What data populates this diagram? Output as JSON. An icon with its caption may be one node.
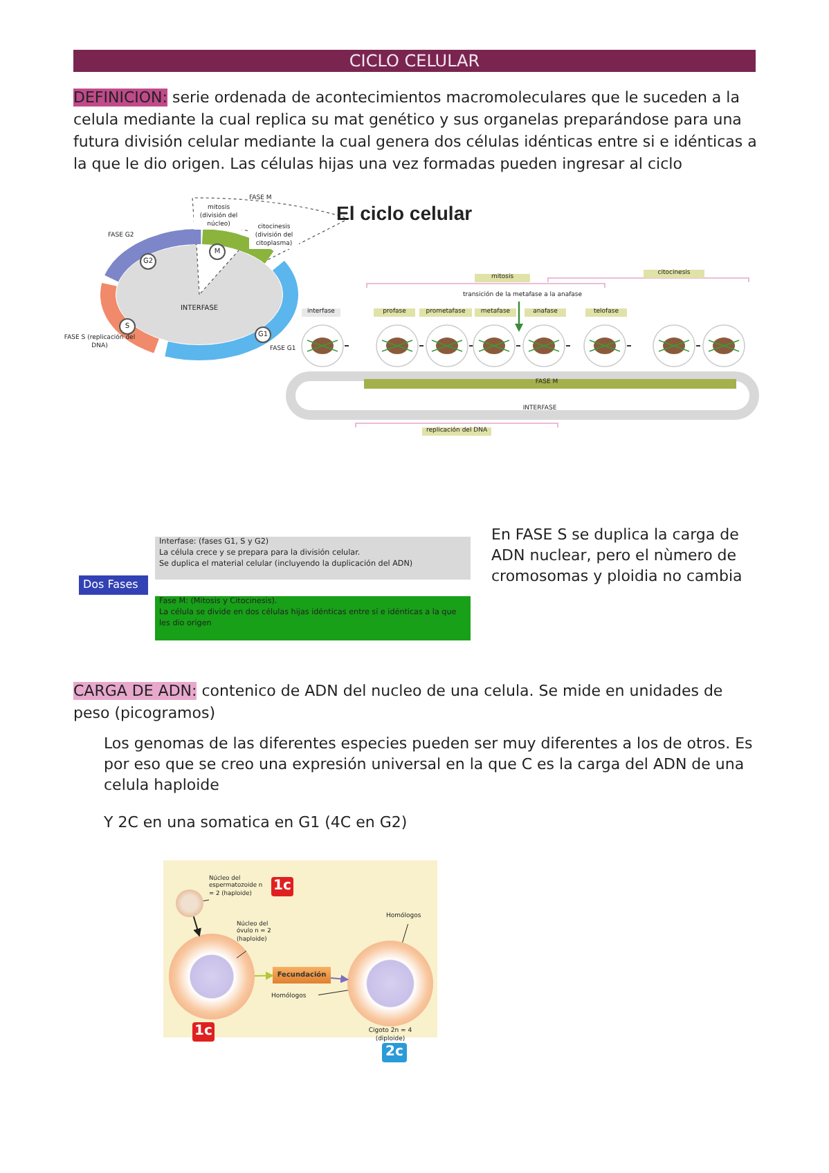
{
  "diagram": {
    "title": "CICLO CELULAR",
    "nodes": [
      {
        "text": [
          "Dos Fases"
        ]
      },
      {
        "text": [
          "Interfase: (fases G1, S y G2)",
          "La célula crece y se prepara para la división celular.",
          "Se duplica el material celular (incluyendo la duplicación del ADN)"
        ]
      },
      {
        "text": [
          "Fase M: (Mitosis y Citocinesis).",
          "La célula se divide en dos células hijas idénticas entre sí e idénticas a la que les dio origen"
        ]
      },
      {
        "text": [],
        "shape": "circle"
      },
      {
        "text": [],
        "shape": "circle",
        "beside": [
          "1c"
        ]
      },
      {
        "text": [
          "Fecundación"
        ]
      },
      {
        "text": [],
        "shape": "circle",
        "beside": [
          "Cigoto 2n = 4 (diploide)",
          "2c"
        ]
      },
      {
        "text": [
          "Núcleo del espermatozoide n = 2 (haploide)"
        ]
      },
      {
        "text": [
          "Núcleo del óvulo n = 2 (haploide)"
        ]
      },
      {
        "text": [
          "Homólogos"
        ]
      },
      {
        "text": [
          "Homólogos"
        ]
      }
    ],
    "edges": [
      {
        "from": 3,
        "to": 4,
        "arrow": "to"
      },
      {
        "from": 4,
        "to": 5,
        "arrow": "to",
        "color": "#b5c63a"
      },
      {
        "from": 5,
        "to": 6,
        "arrow": "to",
        "color": "#7a6fc0"
      },
      {
        "from": 7,
        "to": 3,
        "arrow": "none"
      },
      {
        "from": 8,
        "to": 4,
        "arrow": "none"
      },
      {
        "from": 9,
        "to": 6,
        "arrow": "none"
      },
      {
        "from": 10,
        "to": 6,
        "arrow": "none"
      }
    ],
    "labels": [
      "DEFINICION:",
      "serie ordenada de acontecimientos macromoleculares que le suceden a la celula mediante la cual replica su mat genético y sus organelas preparándose para una futura división celular mediante la cual genera dos células idénticas entre si e idénticas a la que le dio origen. Las células hijas una vez formadas pueden ingresar al ciclo",
      "El ciclo celular",
      "FASE M",
      "mitosis (división del núcleo)",
      "citocinesis (división del citoplasma)",
      "FASE G2",
      "G2",
      "M",
      "INTERFASE",
      "S",
      "G1",
      "FASE S (replicación del DNA)",
      "FASE G1",
      "mitosis",
      "citocinesis",
      "transición de la metafase a la anafase",
      "interfase",
      "profase",
      "prometafase",
      "metafase",
      "anafase",
      "telofase",
      "FASE M",
      "INTERFASE",
      "replicación del DNA",
      "En FASE S se duplica la carga de ADN nuclear, pero el nùmero de cromosomas y ploidia no cambia",
      "CARGA DE ADN:",
      "contenico de ADN del nucleo de una celula. Se mide en unidades de peso (picogramos)",
      "Los genomas de las diferentes especies pueden ser muy diferentes a los de otros. Es por eso que se creo una expresión universal en la que C es la carga del ADN de una celula haploide",
      "Y 2C en una somatica en G1 (4C en G2)",
      "1c"
    ]
  }
}
